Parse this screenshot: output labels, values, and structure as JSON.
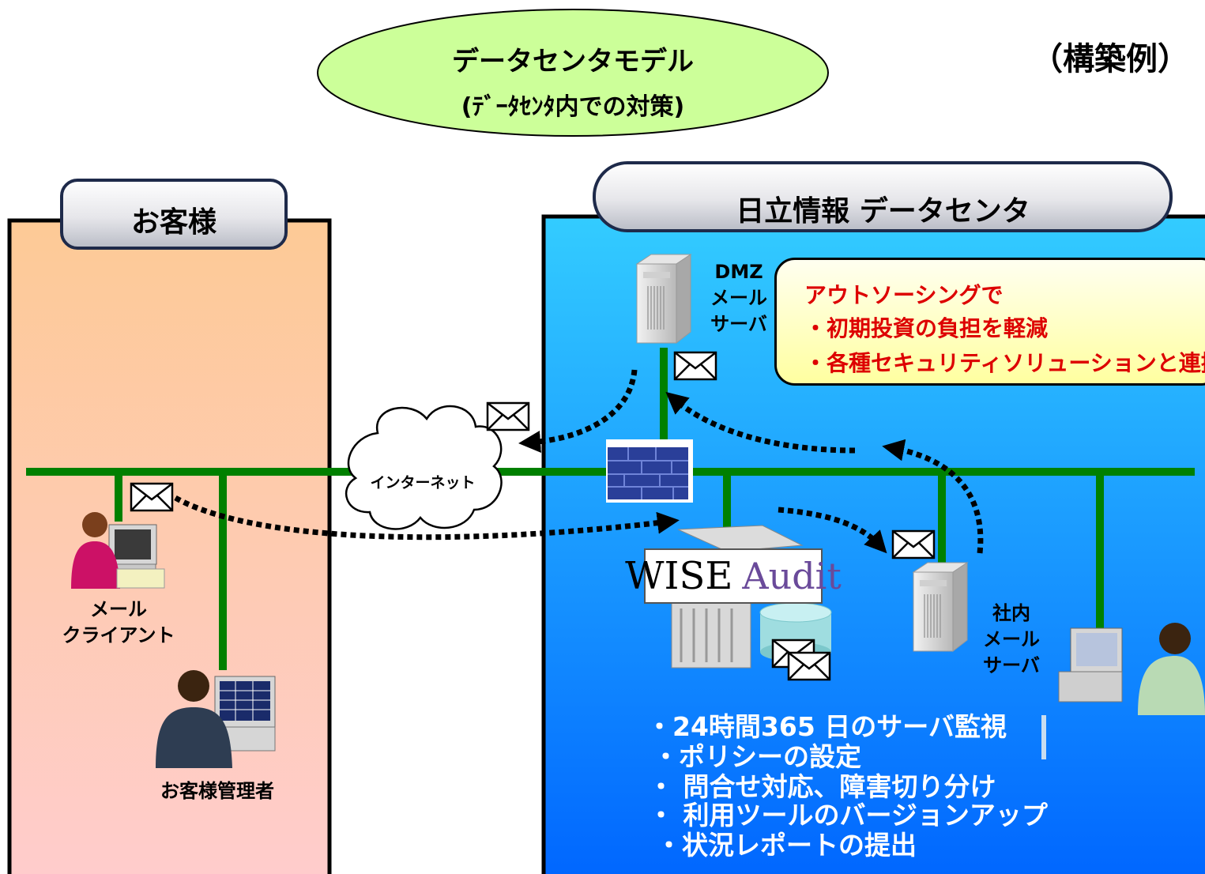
{
  "title": {
    "line1": "データセンタモデル",
    "line2": "(ﾃﾞｰﾀｾﾝﾀ内での対策)",
    "example_label": "（構築例）"
  },
  "customer_zone": {
    "tab_label": "お客様",
    "client_label_line1": "メール",
    "client_label_line2": "クライアント",
    "admin_label": "お客様管理者"
  },
  "internet": {
    "label": "インターネット"
  },
  "datacenter_zone": {
    "tab_label": "日立情報 データセンタ",
    "dmz_server_label": [
      "DMZ",
      "メール",
      "サーバ"
    ],
    "internal_server_label": [
      "社内",
      "メール",
      "サーバ"
    ],
    "product_logo": {
      "part1": "WISE",
      "part2": "Audit"
    },
    "callout_lines": [
      "アウトソーシングで",
      "・初期投資の負担を軽減",
      "・各種セキュリティソリューションと連携"
    ],
    "services": [
      "・24時間365 日のサーバ監視",
      "・ポリシーの設定",
      "・ 問合せ対応、障害切り分け",
      "・  利用ツールのバージョンアップ",
      "・状況レポートの提出"
    ]
  },
  "colors": {
    "customer_bg_top": "#fdca96",
    "customer_bg_bottom": "#ffcccc",
    "datacenter_bg_top": "#33ccff",
    "datacenter_bg_bottom": "#0066ff",
    "network_line": "#008000",
    "title_ellipse": "#ccff99",
    "callout_text": "#dd0000",
    "firewall": "#2a3f99"
  },
  "icons": [
    "server-icon",
    "mail-envelope-icon",
    "firewall-icon",
    "cloud-icon",
    "user-computer-icon",
    "database-icon"
  ]
}
